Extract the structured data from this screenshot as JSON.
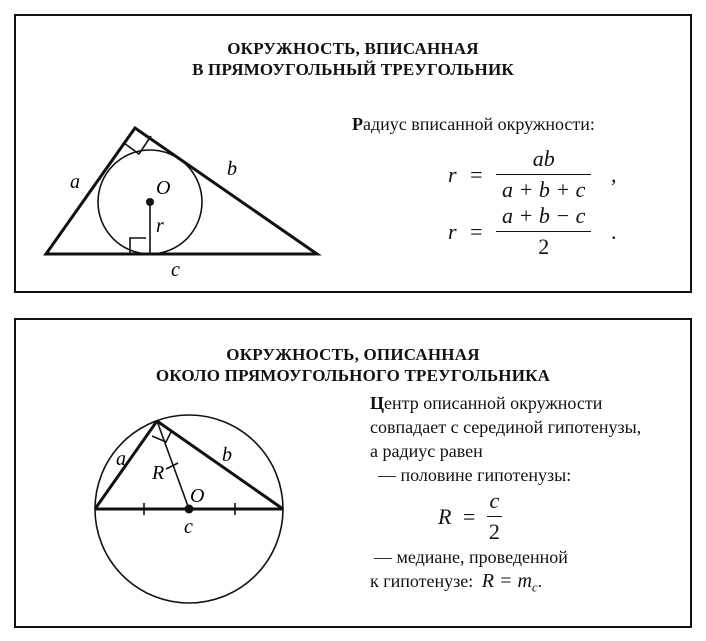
{
  "inscribed": {
    "title_line1": "ОКРУЖНОСТЬ, ВПИСАННАЯ",
    "title_line2": "В ПРЯМОУГОЛЬНЫЙ ТРЕУГОЛЬНИК",
    "caption_bold": "Р",
    "caption_rest": "адиус вписанной окружности:",
    "labels": {
      "a": "a",
      "b": "b",
      "c": "c",
      "center": "O",
      "radius": "r"
    },
    "formula1": {
      "lhs": "r",
      "eq": "=",
      "num": "ab",
      "den": "a + b + c",
      "punct": ","
    },
    "formula2": {
      "lhs": "r",
      "eq": "=",
      "num": "a + b − c",
      "den": "2",
      "punct": "."
    }
  },
  "circumscribed": {
    "title_line1": "ОКРУЖНОСТЬ, ОПИСАННАЯ",
    "title_line2": "ОКОЛО ПРЯМОУГОЛЬНОГО ТРЕУГОЛЬНИКА",
    "text1_bold": "Ц",
    "text1_rest": "ентр описанной окружности",
    "text2": "совпадает с серединой гипотенузы,",
    "text3": "а радиус равен",
    "text4": "— половине гипотенузы:",
    "formula": {
      "lhs": "R",
      "eq": "=",
      "num": "c",
      "den": "2"
    },
    "text5": "— медиане, проведенной",
    "text6_prefix": "к гипотенузе:",
    "text6_formula": "R = m",
    "text6_sub": "c",
    "text6_suffix": ".",
    "labels": {
      "a": "a",
      "b": "b",
      "c": "c",
      "center": "O",
      "radius": "R"
    }
  }
}
